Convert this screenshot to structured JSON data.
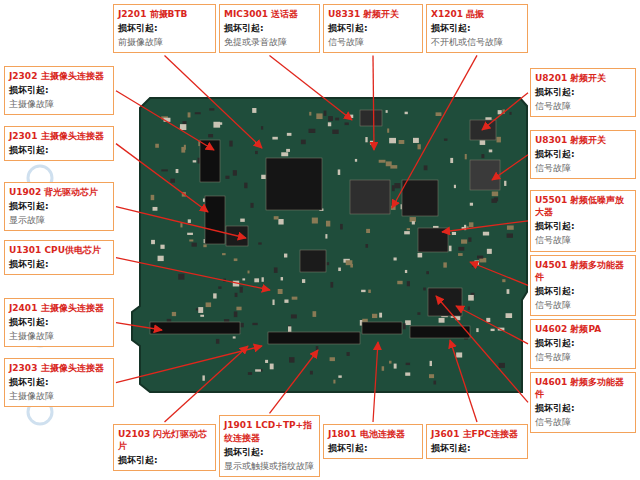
{
  "diagram": {
    "nodes": [
      {
        "text": [
          "J2201 前摄BTB",
          "损坏引起:",
          "前摄像故障"
        ]
      },
      {
        "text": [
          "MIC3001 送话器",
          "损坏引起:",
          "免提或录音故障"
        ]
      },
      {
        "text": [
          "U8331 射频开关",
          "损坏引起:",
          "信号故障"
        ]
      },
      {
        "text": [
          "X1201 晶振",
          "损坏引起:",
          "不开机或信号故障"
        ]
      },
      {
        "text": [
          "J2302 主摄像头连接器",
          "损坏引起:",
          "主摄像故障"
        ]
      },
      {
        "text": [
          "J2301 主摄像头连接器",
          "损坏引起:"
        ]
      },
      {
        "text": [
          "U1902 背光驱动芯片",
          "损坏引起:",
          "显示故障"
        ]
      },
      {
        "text": [
          "U1301 CPU供电芯片",
          "损坏引起:"
        ]
      },
      {
        "text": [
          "J2401 主摄像头连接器",
          "损坏引起:",
          "主摄像故障"
        ]
      },
      {
        "text": [
          "J2303 主摄像头连接器",
          "损坏引起:",
          "主摄像故障"
        ]
      },
      {
        "text": [
          "U8201 射频开关",
          "损坏引起:",
          "信号故障"
        ]
      },
      {
        "text": [
          "U8301 射频开关",
          "损坏引起:",
          "信号故障"
        ]
      },
      {
        "text": [
          "U5501 射频低噪声放大器",
          "损坏引起:",
          "信号故障"
        ]
      },
      {
        "text": [
          "U4501 射频多功能器件",
          "损坏引起:",
          "信号故障"
        ]
      },
      {
        "text": [
          "U4602 射频PA",
          "损坏引起:",
          "信号故障"
        ]
      },
      {
        "text": [
          "U4601 射频多功能器件",
          "损坏引起:",
          "信号故障"
        ]
      },
      {
        "text": [
          "U2103 闪光灯驱动芯片",
          "损坏引起:"
        ]
      },
      {
        "text": [
          "J1901 LCD+TP+指纹连接器",
          "损坏引起:",
          "显示或触摸或指纹故障"
        ]
      },
      {
        "text": [
          "J1801 电池连接器",
          "损坏引起:"
        ]
      },
      {
        "text": [
          "J3601 主FPC连接器",
          "损坏引起:"
        ]
      }
    ]
  }
}
